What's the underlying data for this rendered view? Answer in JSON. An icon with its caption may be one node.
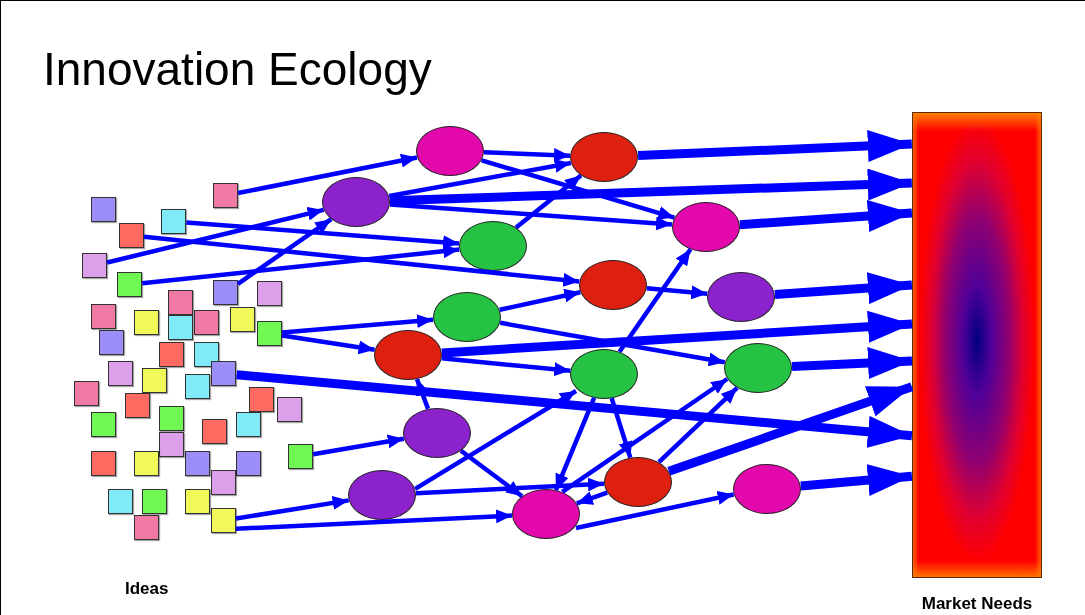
{
  "diagram": {
    "title": "Innovation Ecology",
    "nodes": [
      {
        "text": [],
        "shape": "box"
      },
      {
        "text": [],
        "shape": "box"
      },
      {
        "text": [],
        "shape": "box"
      },
      {
        "text": [],
        "shape": "box"
      },
      {
        "text": [],
        "shape": "box"
      },
      {
        "text": [],
        "shape": "box"
      },
      {
        "text": [],
        "shape": "box"
      },
      {
        "text": [],
        "shape": "box"
      },
      {
        "text": [],
        "shape": "box"
      },
      {
        "text": [],
        "shape": "box"
      },
      {
        "text": [],
        "shape": "box"
      },
      {
        "text": [],
        "shape": "box"
      },
      {
        "text": [],
        "shape": "box"
      },
      {
        "text": [],
        "shape": "box"
      },
      {
        "text": [],
        "shape": "box"
      },
      {
        "text": [],
        "shape": "box"
      },
      {
        "text": [],
        "shape": "box"
      },
      {
        "text": [],
        "shape": "box"
      },
      {
        "text": [],
        "shape": "box"
      },
      {
        "text": [],
        "shape": "box"
      },
      {
        "text": [],
        "shape": "box"
      },
      {
        "text": [],
        "shape": "box"
      },
      {
        "text": [],
        "shape": "box"
      },
      {
        "text": [],
        "shape": "box"
      },
      {
        "text": [],
        "shape": "box"
      },
      {
        "text": [],
        "shape": "box"
      },
      {
        "text": [],
        "shape": "box"
      },
      {
        "text": [],
        "shape": "box"
      },
      {
        "text": [],
        "shape": "box"
      },
      {
        "text": [],
        "shape": "box"
      },
      {
        "text": [],
        "shape": "box"
      },
      {
        "text": [],
        "shape": "box"
      },
      {
        "text": [],
        "shape": "box"
      },
      {
        "text": [],
        "shape": "box"
      },
      {
        "text": [],
        "shape": "box"
      },
      {
        "text": [],
        "shape": "box"
      },
      {
        "text": [],
        "shape": "box"
      },
      {
        "text": [],
        "shape": "box"
      },
      {
        "text": [],
        "shape": "box"
      },
      {
        "text": [],
        "shape": "box"
      },
      {
        "text": [],
        "shape": "box"
      },
      {
        "text": [],
        "shape": "box"
      },
      {
        "text": [],
        "shape": "circle"
      },
      {
        "text": [],
        "shape": "circle"
      },
      {
        "text": [],
        "shape": "circle"
      },
      {
        "text": [],
        "shape": "circle"
      },
      {
        "text": [],
        "shape": "circle"
      },
      {
        "text": [],
        "shape": "circle"
      },
      {
        "text": [],
        "shape": "circle"
      },
      {
        "text": [],
        "shape": "circle"
      },
      {
        "text": [],
        "shape": "circle"
      },
      {
        "text": [],
        "shape": "circle"
      },
      {
        "text": [],
        "shape": "circle"
      },
      {
        "text": [],
        "shape": "circle"
      },
      {
        "text": [],
        "shape": "circle"
      },
      {
        "text": [],
        "shape": "circle"
      },
      {
        "text": [],
        "shape": "circle"
      },
      {
        "text": [],
        "shape": "circle"
      },
      {
        "text": [
          "Market Needs"
        ]
      }
    ],
    "edges": [
      {
        "from": 1,
        "to": 42,
        "arrow": "to"
      },
      {
        "from": 4,
        "to": 43,
        "arrow": "to"
      },
      {
        "from": 5,
        "to": 43,
        "arrow": "to"
      },
      {
        "from": 3,
        "to": 46,
        "arrow": "to"
      },
      {
        "from": 6,
        "to": 46,
        "arrow": "to"
      },
      {
        "from": 2,
        "to": 47,
        "arrow": "to"
      },
      {
        "from": 14,
        "to": 49,
        "arrow": "to"
      },
      {
        "from": 14,
        "to": 50,
        "arrow": "to"
      },
      {
        "from": 21,
        "to": 58,
        "arrow": "to",
        "style": "thick"
      },
      {
        "from": 31,
        "to": 53,
        "arrow": "to"
      },
      {
        "from": 41,
        "to": 54,
        "arrow": "to"
      },
      {
        "from": 41,
        "to": 56,
        "arrow": "to"
      },
      {
        "from": 42,
        "to": 44,
        "arrow": "to"
      },
      {
        "from": 42,
        "to": 45,
        "arrow": "to"
      },
      {
        "from": 43,
        "to": 44,
        "arrow": "to"
      },
      {
        "from": 43,
        "to": 58,
        "arrow": "to",
        "style": "thick"
      },
      {
        "from": 43,
        "to": 45,
        "arrow": "to"
      },
      {
        "from": 46,
        "to": 44,
        "arrow": "to"
      },
      {
        "from": 44,
        "to": 58,
        "arrow": "to",
        "style": "thick"
      },
      {
        "from": 45,
        "to": 58,
        "arrow": "to",
        "style": "thick"
      },
      {
        "from": 47,
        "to": 48,
        "arrow": "to"
      },
      {
        "from": 49,
        "to": 47,
        "arrow": "to"
      },
      {
        "from": 49,
        "to": 52,
        "arrow": "to"
      },
      {
        "from": 50,
        "to": 58,
        "arrow": "to",
        "style": "thick"
      },
      {
        "from": 50,
        "to": 51,
        "arrow": "to"
      },
      {
        "from": 48,
        "to": 58,
        "arrow": "to",
        "style": "thick"
      },
      {
        "from": 51,
        "to": 45,
        "arrow": "to"
      },
      {
        "from": 52,
        "to": 58,
        "arrow": "to",
        "style": "thick"
      },
      {
        "from": 53,
        "to": 50,
        "arrow": "to"
      },
      {
        "from": 53,
        "to": 56,
        "arrow": "to"
      },
      {
        "from": 54,
        "to": 51,
        "arrow": "to"
      },
      {
        "from": 54,
        "to": 55,
        "arrow": "to"
      },
      {
        "from": 51,
        "to": 56,
        "arrow": "to"
      },
      {
        "from": 51,
        "to": 55,
        "arrow": "to"
      },
      {
        "from": 56,
        "to": 52,
        "arrow": "to"
      },
      {
        "from": 55,
        "to": 52,
        "arrow": "to"
      },
      {
        "from": 55,
        "to": 58,
        "arrow": "to",
        "style": "thick"
      },
      {
        "from": 55,
        "to": 56,
        "arrow": "to"
      },
      {
        "from": 56,
        "to": 57,
        "arrow": "to"
      },
      {
        "from": 57,
        "to": 58,
        "arrow": "to",
        "style": "thick"
      }
    ],
    "labels": [
      "Ideas"
    ]
  }
}
